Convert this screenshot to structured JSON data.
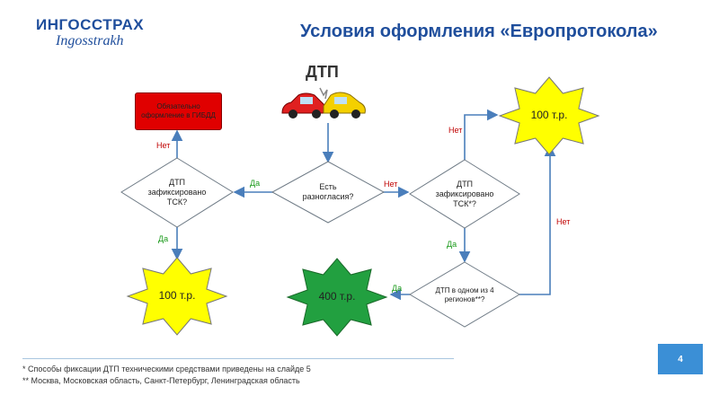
{
  "logo": {
    "main": "ИНГОССТРАХ",
    "script": "Ingosstrakh"
  },
  "title": "Условия оформления «Европротокола»",
  "dtp_label": "ДТП",
  "nodes": {
    "gibdd": "Обязательно оформление в ГИБДД",
    "disagreement": "Есть разногласия?",
    "tsk_left": "ДТП зафиксировано ТСК?",
    "tsk_right": "ДТП зафиксировано ТСК*?",
    "regions": "ДТП в одном из 4 регионов**?",
    "star_left": "100 т.р.",
    "star_green": "400 т.р.",
    "star_right": "100 т.р."
  },
  "edge_labels": {
    "yes_left": "Да",
    "no_right": "Нет",
    "no_up_left": "Нет",
    "yes_down_left": "Да",
    "no_up_right": "Нет",
    "yes_down_right": "Да",
    "no_regions": "Нет",
    "yes_regions": "Да"
  },
  "footnotes": [
    "* Способы фиксации ДТП техническими средствами приведены на слайде 5",
    "** Москва, Московская область, Санкт-Петербург, Ленинградская область"
  ],
  "page_number": "4",
  "colors": {
    "title": "#1f4e9c",
    "arrow": "#4a7ebb",
    "gibdd_box": "#e00000",
    "star_yellow": "#ffff00",
    "star_green": "#22a040",
    "page_box": "#3b8fd6"
  }
}
